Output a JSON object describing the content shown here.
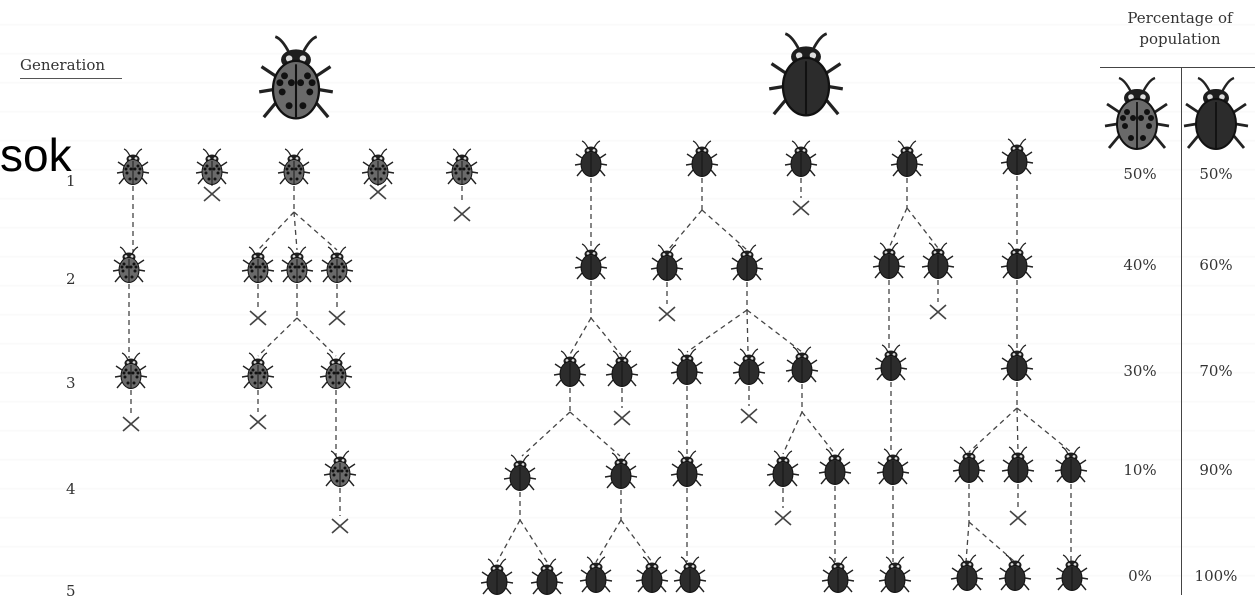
{
  "overlay_text": "sok",
  "generation_label": "Generation",
  "generations": [
    "1",
    "2",
    "3",
    "4",
    "5"
  ],
  "percentage_header": "Percentage of population",
  "icons": {
    "spotted": "spotted-ladybug-icon",
    "solid": "black-beetle-icon",
    "death": "x-mark-icon"
  },
  "percentages": [
    {
      "spotted": "50%",
      "solid": "50%"
    },
    {
      "spotted": "40%",
      "solid": "60%"
    },
    {
      "spotted": "30%",
      "solid": "70%"
    },
    {
      "spotted": "10%",
      "solid": "90%"
    },
    {
      "spotted": "0%",
      "solid": "100%"
    }
  ],
  "colors": {
    "spotted_body": "#6a6a6a",
    "solid_body": "#2c2c2c",
    "ink": "#333333"
  }
}
